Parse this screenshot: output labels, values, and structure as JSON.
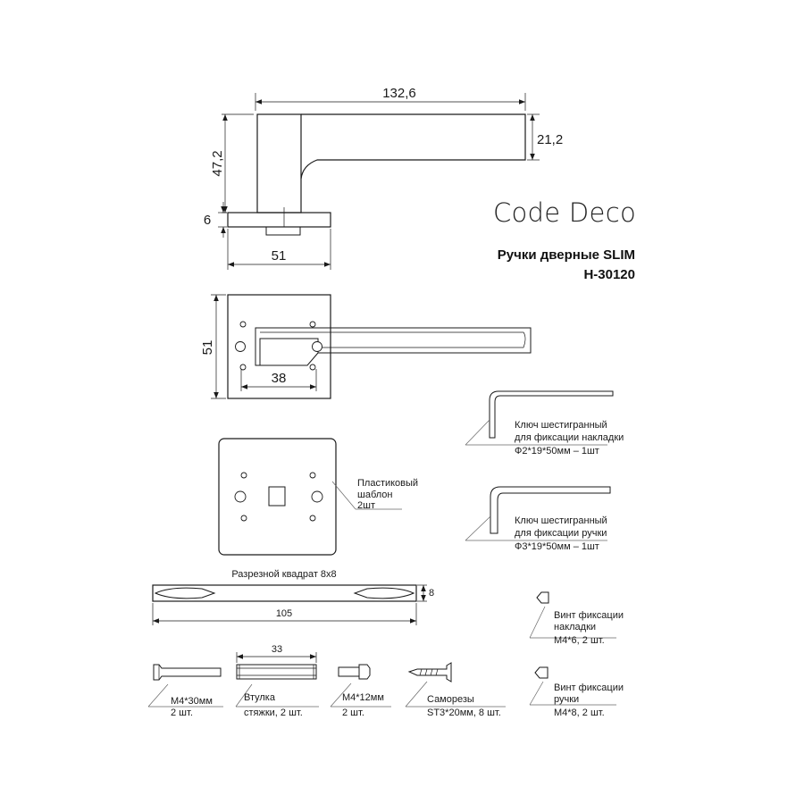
{
  "brand": "Code Deco",
  "product": {
    "title": "Ручки дверные SLIM",
    "code": "H-30120"
  },
  "dimensions": {
    "length": "132,6",
    "height": "47,2",
    "lever_thickness": "21,2",
    "rose_thickness": "6",
    "rose_width": "51",
    "plate_height": "51",
    "lever_offset": "38",
    "spindle_length": "105",
    "spindle_section": "8",
    "sleeve_length": "33"
  },
  "parts": {
    "template": {
      "name": "Пластиковый шаблон",
      "qty": "2шт"
    },
    "hex_key_plate": {
      "name": "Ключ шестигранный для фиксации накладки",
      "spec": "Ф2*19*50мм – 1шт"
    },
    "hex_key_handle": {
      "name": "Ключ шестигранный для фиксации ручки",
      "spec": "Ф3*19*50мм – 1шт"
    },
    "spindle": {
      "name": "Разрезной квадрат 8х8"
    },
    "screw_plate": {
      "name": "Винт фиксации накладки",
      "spec": "М4*6, 2 шт."
    },
    "screw_handle": {
      "name": "Винт фиксации ручки",
      "spec": "М4*8, 2 шт."
    },
    "bolt_30": {
      "name": "М4*30мм",
      "qty": "2 шт."
    },
    "sleeve": {
      "name": "Втулка стяжки, 2 шт."
    },
    "bolt_12": {
      "name": "М4*12мм",
      "qty": "2 шт."
    },
    "self_tapping": {
      "name": "Саморезы",
      "spec": "ST3*20мм, 8 шт."
    }
  }
}
